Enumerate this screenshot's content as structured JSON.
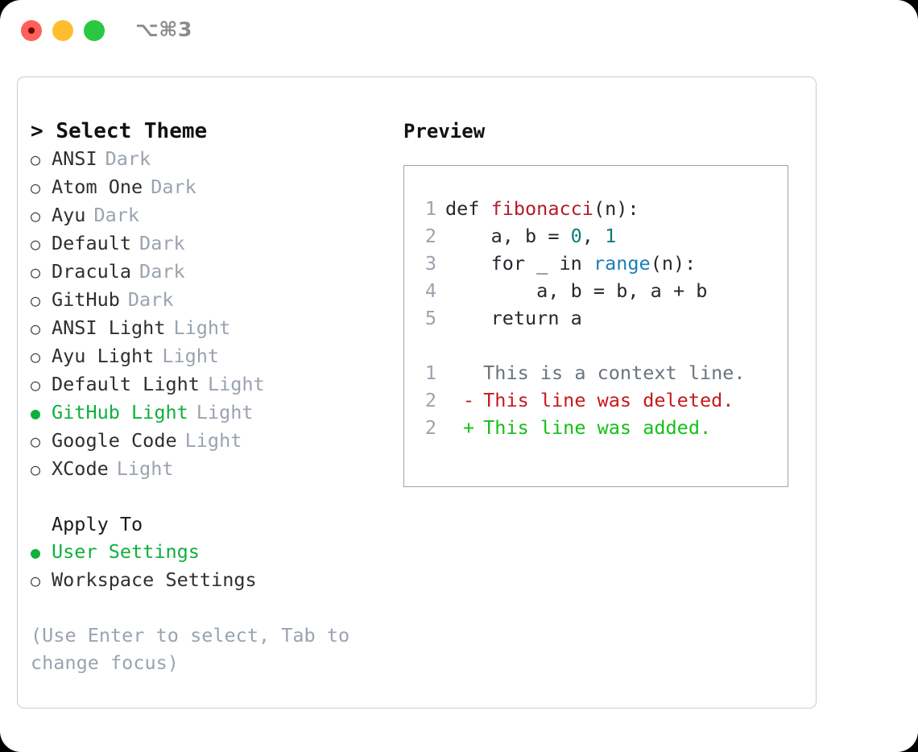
{
  "window": {
    "shortcut_label": "⌥⌘3",
    "traffic_lights": [
      "close",
      "minimize",
      "zoom"
    ]
  },
  "theme_picker": {
    "caret": ">",
    "heading": "Select Theme",
    "bullet_unselected": "○",
    "bullet_selected": "●",
    "items": [
      {
        "label": "ANSI",
        "tag": "Dark",
        "selected": false
      },
      {
        "label": "Atom One",
        "tag": "Dark",
        "selected": false
      },
      {
        "label": "Ayu",
        "tag": "Dark",
        "selected": false
      },
      {
        "label": "Default",
        "tag": "Dark",
        "selected": false
      },
      {
        "label": "Dracula",
        "tag": "Dark",
        "selected": false
      },
      {
        "label": "GitHub",
        "tag": "Dark",
        "selected": false
      },
      {
        "label": "ANSI Light",
        "tag": "Light",
        "selected": false
      },
      {
        "label": "Ayu Light",
        "tag": "Light",
        "selected": false
      },
      {
        "label": "Default Light",
        "tag": "Light",
        "selected": false
      },
      {
        "label": "GitHub Light",
        "tag": "Light",
        "selected": true
      },
      {
        "label": "Google Code",
        "tag": "Light",
        "selected": false
      },
      {
        "label": "XCode",
        "tag": "Light",
        "selected": false
      }
    ]
  },
  "apply_to": {
    "heading": "Apply To",
    "items": [
      {
        "label": "User Settings",
        "selected": true
      },
      {
        "label": "Workspace Settings",
        "selected": false
      }
    ]
  },
  "hint": "(Use Enter to select, Tab to change focus)",
  "preview": {
    "title": "Preview",
    "code": [
      {
        "n": "1",
        "parts": [
          {
            "t": "def ",
            "c": "ctext"
          },
          {
            "t": "fibonacci",
            "c": "tok-fn"
          },
          {
            "t": "(n):",
            "c": "ctext"
          }
        ]
      },
      {
        "n": "2",
        "parts": [
          {
            "t": "    a, b = ",
            "c": "ctext"
          },
          {
            "t": "0",
            "c": "tok-num"
          },
          {
            "t": ", ",
            "c": "ctext"
          },
          {
            "t": "1",
            "c": "tok-num"
          }
        ]
      },
      {
        "n": "3",
        "parts": [
          {
            "t": "    for _ in ",
            "c": "ctext"
          },
          {
            "t": "range",
            "c": "tok-call"
          },
          {
            "t": "(n):",
            "c": "ctext"
          }
        ]
      },
      {
        "n": "4",
        "parts": [
          {
            "t": "        a, b = b, a + b",
            "c": "ctext"
          }
        ]
      },
      {
        "n": "5",
        "parts": [
          {
            "t": "    return a",
            "c": "ctext"
          }
        ]
      }
    ],
    "diff": [
      {
        "n": "1",
        "mark": " ",
        "text": "This is a context line.",
        "kind": "diff-ctx"
      },
      {
        "n": "2",
        "mark": "-",
        "text": "This line was deleted.",
        "kind": "diff-del"
      },
      {
        "n": "2",
        "mark": "+",
        "text": "This line was added.",
        "kind": "diff-add"
      }
    ]
  },
  "colors": {
    "accent_green": "#0fb03c",
    "muted_gray": "#9aa3b0",
    "syntax_function": "#b31d28",
    "syntax_number": "#0c7c7c",
    "syntax_call": "#1a7fb5",
    "diff_delete": "#c7191b",
    "diff_add": "#13c017",
    "border": "#c9ccd3",
    "preview_border": "#9aa5b4"
  }
}
